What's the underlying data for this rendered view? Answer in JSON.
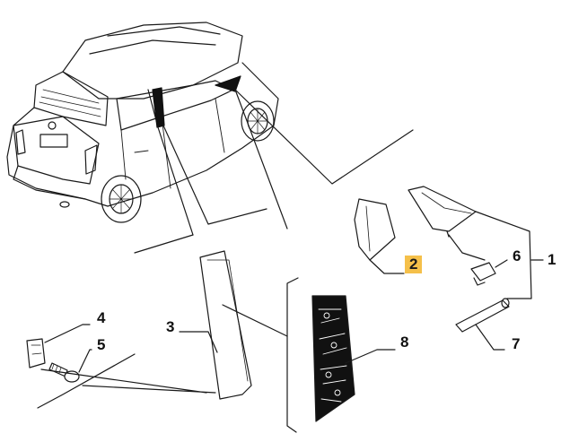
{
  "diagram": {
    "callouts": {
      "c1": "1",
      "c2": "2",
      "c3": "3",
      "c4": "4",
      "c5": "5",
      "c6": "6",
      "c7": "7",
      "c8": "8"
    },
    "highlighted_callout": "2",
    "colors": {
      "line": "#1a1a1a",
      "highlight": "#f5c04a",
      "seal_fill": "#111111",
      "background": "#ffffff"
    }
  }
}
